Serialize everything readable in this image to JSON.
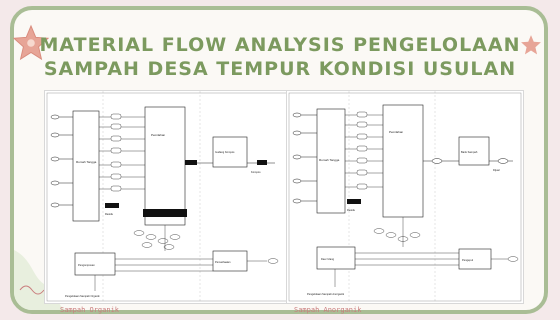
{
  "slide": {
    "title_line1": "MATERIAL FLOW ANALYSIS PENGELOLAAN",
    "title_line2": "SAMPAH DESA TEMPUR KONDISI USULAN"
  },
  "left_diagram": {
    "caption": "Sampah Organik",
    "process_main": "Pemilahan",
    "process_source": "Rumah Tangga",
    "process_storage": "Gudang Kompos",
    "process_treatment": "Pengomposan",
    "process_reuse": "Pemanfaatan",
    "node_residue": "Residu",
    "node_output": "Kompos",
    "bottom_note": "Pengelolaan Sampah Organik"
  },
  "right_diagram": {
    "caption": "Sampah Anorganik",
    "process_main": "Pemilahan",
    "process_source": "Rumah Tangga",
    "process_storage": "Bank Sampah",
    "process_treatment": "Daur Ulang",
    "process_reuse": "Pengepul",
    "node_residue": "Residu",
    "node_output": "Dijual",
    "bottom_note": "Pengelolaan Sampah Anorganik"
  },
  "colors": {
    "frame": "#a9bd95",
    "title": "#7c9a5f",
    "caption": "#c97c7c",
    "star": "#e7a597"
  }
}
